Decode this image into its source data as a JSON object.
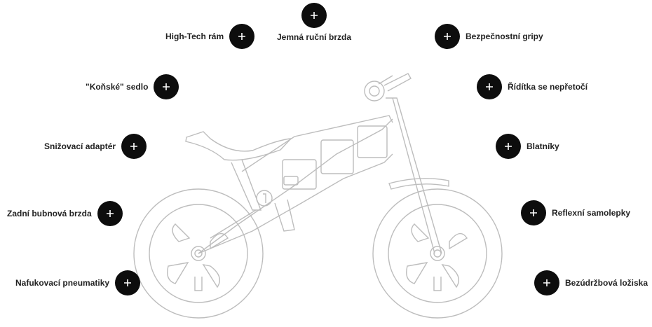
{
  "hotspots": {
    "high_tech_frame": "High-Tech rám",
    "hand_brake": "Jemná ruční brzda",
    "safety_grips": "Bezpečnostní gripy",
    "horse_saddle": "\"Koňské\" sedlo",
    "steering_limiter": "Řídítka se nepřetočí",
    "lowering_adapter": "Snižovací adaptér",
    "fenders": "Blatníky",
    "rear_drum_brake": "Zadní bubnová brzda",
    "reflective_stickers": "Reflexní samolepky",
    "inflatable_tires": "Nafukovací pneumatiky",
    "maintenance_free_bearings": "Bezúdržbová ložiska"
  },
  "icons": {
    "hotspot_button": "plus-icon"
  },
  "colors": {
    "button": "#0d0d0d",
    "label": "#222222",
    "outline": "#bdbdbd"
  }
}
